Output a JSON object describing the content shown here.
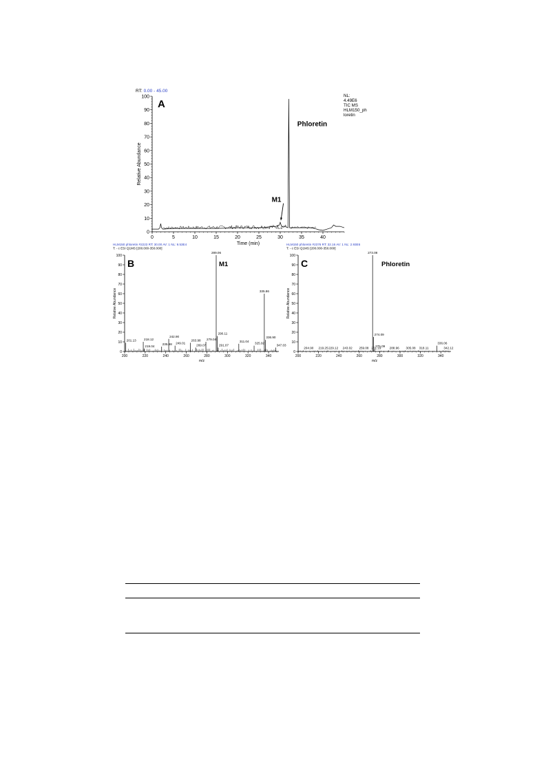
{
  "colors": {
    "header_blue": "#2a3fc6",
    "trace": "#000000",
    "page": "#ffffff"
  },
  "chart_data": [
    {
      "id": "A",
      "type": "line",
      "panel_letter": "A",
      "header": {
        "label": "RT:",
        "value": "0.00 - 45.00"
      },
      "info_lines": [
        "NL:",
        "4.49E6",
        "TIC  MS",
        "HLM150_ph",
        "loretin"
      ],
      "ylabel": "Relative Abundance",
      "xlabel": "Time (min)",
      "xlim": [
        0,
        45
      ],
      "ylim": [
        0,
        100
      ],
      "xticks": [
        "0",
        "5",
        "10",
        "15",
        "20",
        "25",
        "30",
        "35",
        "40"
      ],
      "xtick_values": [
        0,
        5,
        10,
        15,
        20,
        25,
        30,
        35,
        40
      ],
      "yticks": [
        "0",
        "10",
        "20",
        "30",
        "40",
        "50",
        "60",
        "70",
        "80",
        "90",
        "100"
      ],
      "ytick_values": [
        0,
        10,
        20,
        30,
        40,
        50,
        60,
        70,
        80,
        90,
        100
      ],
      "series": [
        {
          "x": [
            0,
            1.5,
            1.8,
            2.0,
            2.2,
            2.5,
            5,
            10,
            15,
            20,
            25,
            27,
            29,
            29.8,
            30.0,
            30.3,
            31,
            31.8,
            31.9,
            32.0,
            32.2,
            33,
            35,
            36,
            37,
            38,
            39,
            40,
            41,
            42,
            42.5,
            43,
            44,
            45
          ],
          "y": [
            2,
            2,
            3,
            6,
            3,
            2,
            2.5,
            2.5,
            2.5,
            3,
            3,
            3.5,
            4,
            5,
            7,
            4,
            4,
            3,
            50,
            98,
            3,
            3,
            3,
            3,
            3,
            2.5,
            1.5,
            1,
            2,
            3,
            5,
            4,
            4,
            3
          ]
        }
      ],
      "annotations": [
        {
          "text": "Phloretin",
          "x": 34,
          "y": 78,
          "bold": true
        },
        {
          "text": "M1",
          "x": 28,
          "y": 22,
          "bold": true,
          "arrow_to": [
            30.0,
            8
          ]
        }
      ]
    },
    {
      "id": "B",
      "type": "bar",
      "panel_letter": "B",
      "header_lines": [
        "HLM150 phloretin #2223  RT: 30.00  AV: 1  NL: 9.53E4",
        "T: - c ESI Q1MS [200.000-350.000]"
      ],
      "annotation": {
        "text": "M1",
        "bold": true
      },
      "ylabel": "Relative Abundance",
      "xlabel": "m/z",
      "xlim": [
        200,
        350
      ],
      "ylim": [
        0,
        100
      ],
      "xticks": [
        "200",
        "220",
        "240",
        "260",
        "280",
        "300",
        "320",
        "340"
      ],
      "xtick_values": [
        200,
        220,
        240,
        260,
        280,
        300,
        320,
        340
      ],
      "yticks": [
        "0",
        "10",
        "20",
        "30",
        "40",
        "50",
        "60",
        "70",
        "80",
        "90",
        "100"
      ],
      "ytick_values": [
        0,
        10,
        20,
        30,
        40,
        50,
        60,
        70,
        80,
        90,
        100
      ],
      "peaks": [
        {
          "mz": 289.06,
          "intensity": 100,
          "label": "289.06"
        },
        {
          "mz": 335.86,
          "intensity": 60,
          "label": "335.86"
        },
        {
          "mz": 290.11,
          "intensity": 16,
          "label": "290.11"
        },
        {
          "mz": 242.9,
          "intensity": 13,
          "label": "242.90"
        },
        {
          "mz": 279.04,
          "intensity": 10,
          "label": "279.04"
        },
        {
          "mz": 263.98,
          "intensity": 9,
          "label": "263.98"
        },
        {
          "mz": 218.12,
          "intensity": 10,
          "label": "218.12"
        },
        {
          "mz": 201.13,
          "intensity": 9,
          "label": "201.13"
        },
        {
          "mz": 336.9,
          "intensity": 12,
          "label": "336.90"
        },
        {
          "mz": 311.04,
          "intensity": 8,
          "label": "311.04"
        },
        {
          "mz": 325.92,
          "intensity": 6,
          "label": "325.92"
        },
        {
          "mz": 249.01,
          "intensity": 6,
          "label": "249.01"
        },
        {
          "mz": 235.98,
          "intensity": 5,
          "label": "235.98"
        },
        {
          "mz": 269.07,
          "intensity": 4,
          "label": "269.07"
        },
        {
          "mz": 291.07,
          "intensity": 4,
          "label": "291.07"
        },
        {
          "mz": 219.04,
          "intensity": 3,
          "label": "219.04"
        },
        {
          "mz": 347.03,
          "intensity": 4,
          "label": "347.03"
        }
      ]
    },
    {
      "id": "C",
      "type": "bar",
      "panel_letter": "C",
      "header_lines": [
        "HLM150 phloretin #2376  RT: 32.16  AV: 1  NL: 2.93E6",
        "T: - c ESI Q1MS [200.000-350.000]"
      ],
      "annotation": {
        "text": "Phloretin",
        "bold": true
      },
      "ylabel": "Relative Abundance",
      "xlabel": "m/z",
      "xlim": [
        200,
        350
      ],
      "ylim": [
        0,
        100
      ],
      "xticks": [
        "200",
        "220",
        "240",
        "260",
        "280",
        "300",
        "320",
        "340"
      ],
      "xtick_values": [
        200,
        220,
        240,
        260,
        280,
        300,
        320,
        340
      ],
      "yticks": [
        "0",
        "10",
        "20",
        "30",
        "40",
        "50",
        "60",
        "70",
        "80",
        "90",
        "100"
      ],
      "ytick_values": [
        0,
        10,
        20,
        30,
        40,
        50,
        60,
        70,
        80,
        90,
        100
      ],
      "peaks": [
        {
          "mz": 273.08,
          "intensity": 100,
          "label": "273.08"
        },
        {
          "mz": 274.09,
          "intensity": 15,
          "label": "274.09"
        },
        {
          "mz": 336.06,
          "intensity": 6,
          "label": "336.06"
        },
        {
          "mz": 275.09,
          "intensity": 3,
          "label": "275.09"
        },
        {
          "mz": 204.9,
          "intensity": 1,
          "label": "204.90"
        },
        {
          "mz": 219.25,
          "intensity": 1,
          "label": "219.25"
        },
        {
          "mz": 229.12,
          "intensity": 1,
          "label": "229.12"
        },
        {
          "mz": 243.02,
          "intensity": 1,
          "label": "243.02"
        },
        {
          "mz": 259.08,
          "intensity": 1,
          "label": "259.08"
        },
        {
          "mz": 271.19,
          "intensity": 1,
          "label": "271.19"
        },
        {
          "mz": 288.96,
          "intensity": 1,
          "label": "288.96"
        },
        {
          "mz": 305.08,
          "intensity": 1,
          "label": "305.08"
        },
        {
          "mz": 318.11,
          "intensity": 1,
          "label": "318.11"
        },
        {
          "mz": 342.12,
          "intensity": 1,
          "label": "342.12"
        }
      ]
    }
  ]
}
